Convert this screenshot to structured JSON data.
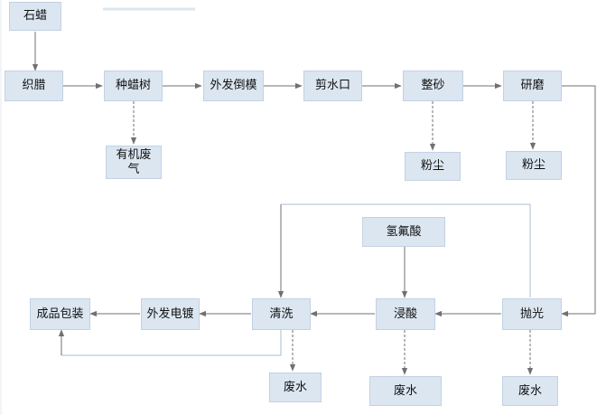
{
  "colors": {
    "box_fill": "#dbe6f1",
    "box_border": "#c2d2e4",
    "arrow": "#707070",
    "loop_line": "#a9bcd4"
  },
  "nodes": {
    "paraffin": "石蜡",
    "weave_wax": "织腊",
    "plant_wax_tree": "种蜡树",
    "outsource_inverted_mold": "外发倒模",
    "cut_sprue": "剪水口",
    "sand_finish": "整砂",
    "grinding": "研磨",
    "organic_waste_gas": "有机废\n气",
    "dust_1": "粉尘",
    "dust_2": "粉尘",
    "hydrofluoric_acid": "氢氟酸",
    "finished_packaging": "成品包装",
    "outsource_electroplating": "外发电镀",
    "cleaning": "清洗",
    "acid_dip": "浸酸",
    "polishing": "抛光",
    "wastewater_1": "废水",
    "wastewater_2": "废水",
    "wastewater_3": "废水"
  }
}
